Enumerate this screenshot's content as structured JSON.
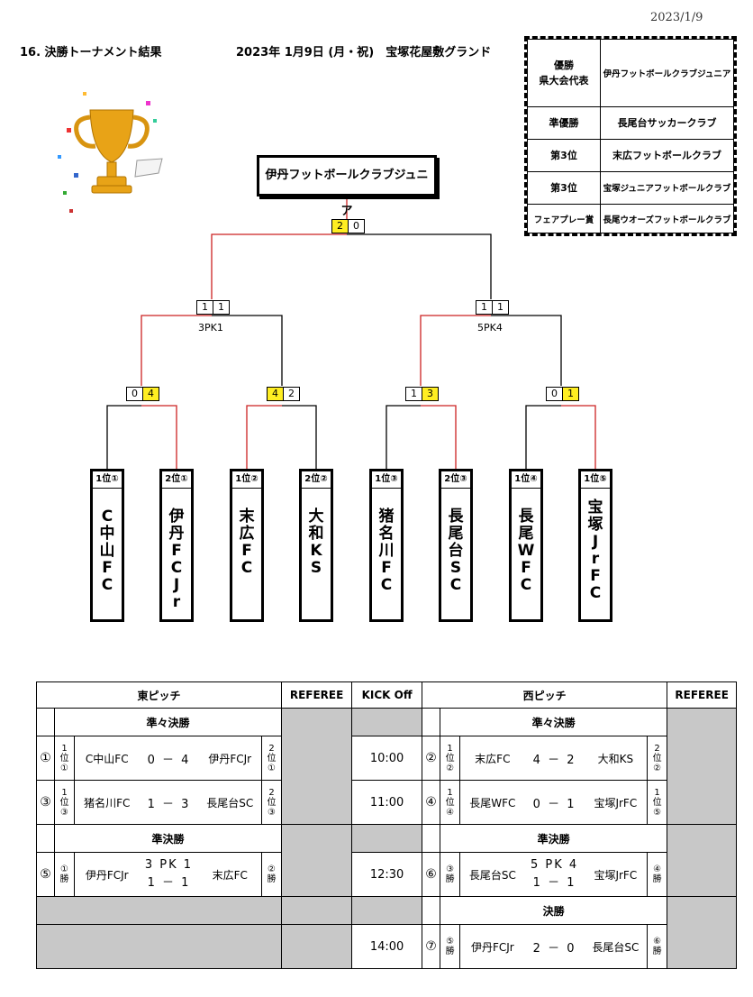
{
  "date": "2023/1/9",
  "heading": "16. 決勝トーナメント結果",
  "venue": "2023年 1月9日 (月・祝)　宝塚花屋敷グランド",
  "awards": [
    {
      "label": "優勝\n県大会代表",
      "team": "伊丹フットボールクラブジュニア"
    },
    {
      "label": "準優勝",
      "team": "長尾台サッカークラブ"
    },
    {
      "label": "第3位",
      "team": "末広フットボールクラブ"
    },
    {
      "label": "第3位",
      "team": "宝塚ジュニアフットボールクラブ"
    },
    {
      "label": "フェアプレー賞",
      "team": "長尾ウオーズフットボールクラブ"
    }
  ],
  "bracket": {
    "champion": "伊丹フットボールクラブジュニア",
    "final_score": [
      "2",
      "0"
    ],
    "semi_left": [
      "1",
      "1"
    ],
    "semi_left_pk": "3PK1",
    "semi_right": [
      "1",
      "1"
    ],
    "semi_right_pk": "5PK4",
    "qf1": [
      "0",
      "4"
    ],
    "qf2": [
      "4",
      "2"
    ],
    "qf3": [
      "1",
      "3"
    ],
    "qf4": [
      "0",
      "1"
    ],
    "teams": [
      {
        "seed": "1位①",
        "name": "C\n中\n山\nF\nC"
      },
      {
        "seed": "2位①",
        "name": "伊\n丹\nF\nC\nJ\nr"
      },
      {
        "seed": "1位②",
        "name": "末\n広\nF\nC"
      },
      {
        "seed": "2位②",
        "name": "大\n和\nK\nS"
      },
      {
        "seed": "1位③",
        "name": "猪\n名\n川\nF\nC"
      },
      {
        "seed": "2位③",
        "name": "長\n尾\n台\nS\nC"
      },
      {
        "seed": "1位④",
        "name": "長\n尾\nW\nF\nC"
      },
      {
        "seed": "1位⑤",
        "name": "宝\n塚\nJ\nr\nF\nC"
      }
    ]
  },
  "schedule": {
    "east": "東ピッチ",
    "west": "西ピッチ",
    "referee": "REFEREE",
    "kickoff": "KICK  Off",
    "qf": "準々決勝",
    "sf": "準決勝",
    "final": "決勝",
    "m1": {
      "no": "①",
      "s1": "1\n位\n①",
      "t1": "C中山FC",
      "score": "0 － 4",
      "t2": "伊丹FCJr",
      "s2": "2\n位\n①"
    },
    "m2": {
      "no": "②",
      "s1": "1\n位\n②",
      "t1": "末広FC",
      "score": "4 － 2",
      "t2": "大和KS",
      "s2": "2\n位\n②"
    },
    "m3": {
      "no": "③",
      "s1": "1\n位\n③",
      "t1": "猪名川FC",
      "score": "1 － 3",
      "t2": "長尾台SC",
      "s2": "2\n位\n③"
    },
    "m4": {
      "no": "④",
      "s1": "1\n位\n④",
      "t1": "長尾WFC",
      "score": "0 － 1",
      "t2": "宝塚JrFC",
      "s2": "1\n位\n⑤"
    },
    "m5": {
      "no": "⑤",
      "s1": "①\n勝",
      "t1": "伊丹FCJr",
      "pk": "3 PK 1",
      "score": "1 － 1",
      "t2": "末広FC",
      "s2": "②\n勝"
    },
    "m6": {
      "no": "⑥",
      "s1": "③\n勝",
      "t1": "長尾台SC",
      "pk": "5 PK 4",
      "score": "1 － 1",
      "t2": "宝塚JrFC",
      "s2": "④\n勝"
    },
    "m7": {
      "no": "⑦",
      "s1": "⑤\n勝",
      "t1": "伊丹FCJr",
      "score": "2 － 0",
      "t2": "長尾台SC",
      "s2": "⑥\n勝"
    },
    "times": [
      "10:00",
      "11:00",
      "12:30",
      "14:00"
    ]
  },
  "colors": {
    "winner_line": "#cc2222",
    "winner_box": "#ffee22",
    "shade": "#c8c8c8"
  }
}
